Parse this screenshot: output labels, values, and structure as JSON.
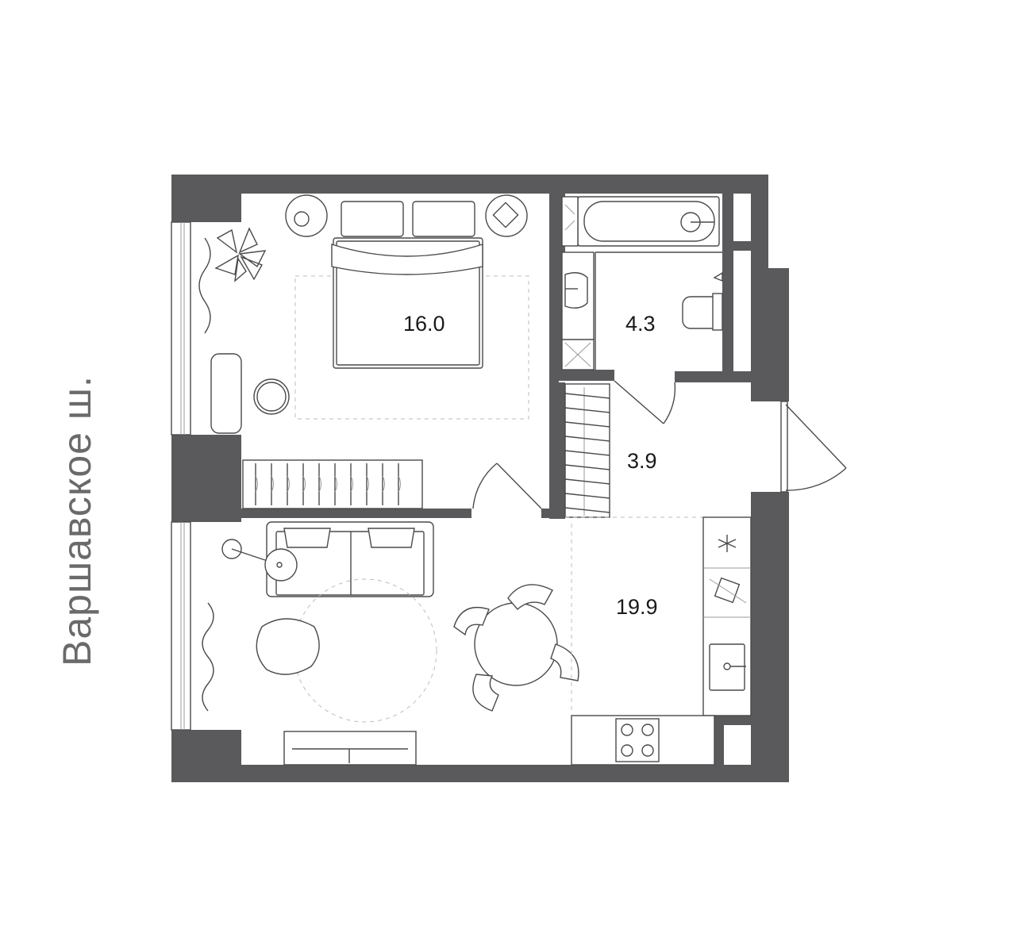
{
  "street_label": "Варшавское ш.",
  "rooms": [
    {
      "name": "bedroom",
      "area": "16.0"
    },
    {
      "name": "bathroom",
      "area": "4.3"
    },
    {
      "name": "hallway",
      "area": "3.9"
    },
    {
      "name": "kitchen-living",
      "area": "19.9"
    }
  ],
  "colors": {
    "wall": "#5a5a5c",
    "line": "#4a4a4a",
    "background": "#ffffff"
  }
}
